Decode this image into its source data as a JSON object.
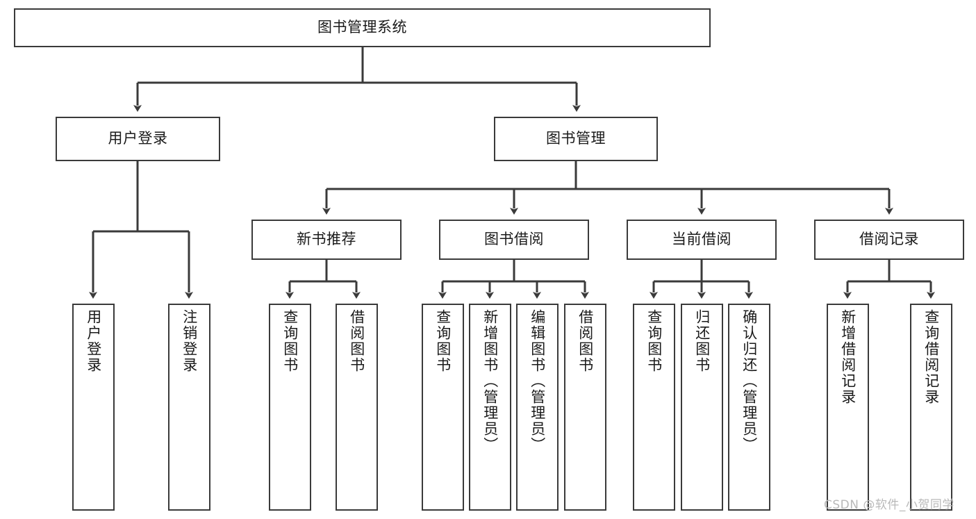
{
  "diagram": {
    "title": "图书管理系统",
    "watermark": "CSDN @软件_小贺同学",
    "line_color": "#3a3a3a",
    "box_fill": "#ffffff",
    "text_color": "#1a1a1a",
    "watermark_color": "#b9b9b9",
    "root": {
      "label": "图书管理系统"
    },
    "level2": [
      {
        "label": "用户登录"
      },
      {
        "label": "图书管理"
      }
    ],
    "level3": [
      {
        "label": "新书推荐"
      },
      {
        "label": "图书借阅"
      },
      {
        "label": "当前借阅"
      },
      {
        "label": "借阅记录"
      }
    ],
    "leaves": {
      "user_login": [
        {
          "label": "用户登录"
        },
        {
          "label": "注销登录"
        }
      ],
      "new_book": [
        {
          "label": "查询图书"
        },
        {
          "label": "借阅图书"
        }
      ],
      "book_borrow": [
        {
          "label": "查询图书"
        },
        {
          "label": "新增图书（管理员）"
        },
        {
          "label": "编辑图书（管理员）"
        },
        {
          "label": "借阅图书"
        }
      ],
      "current_borrow": [
        {
          "label": "查询图书"
        },
        {
          "label": "归还图书"
        },
        {
          "label": "确认归还（管理员）"
        }
      ],
      "borrow_record": [
        {
          "label": "新增借阅记录"
        },
        {
          "label": "查询借阅记录"
        }
      ]
    }
  }
}
